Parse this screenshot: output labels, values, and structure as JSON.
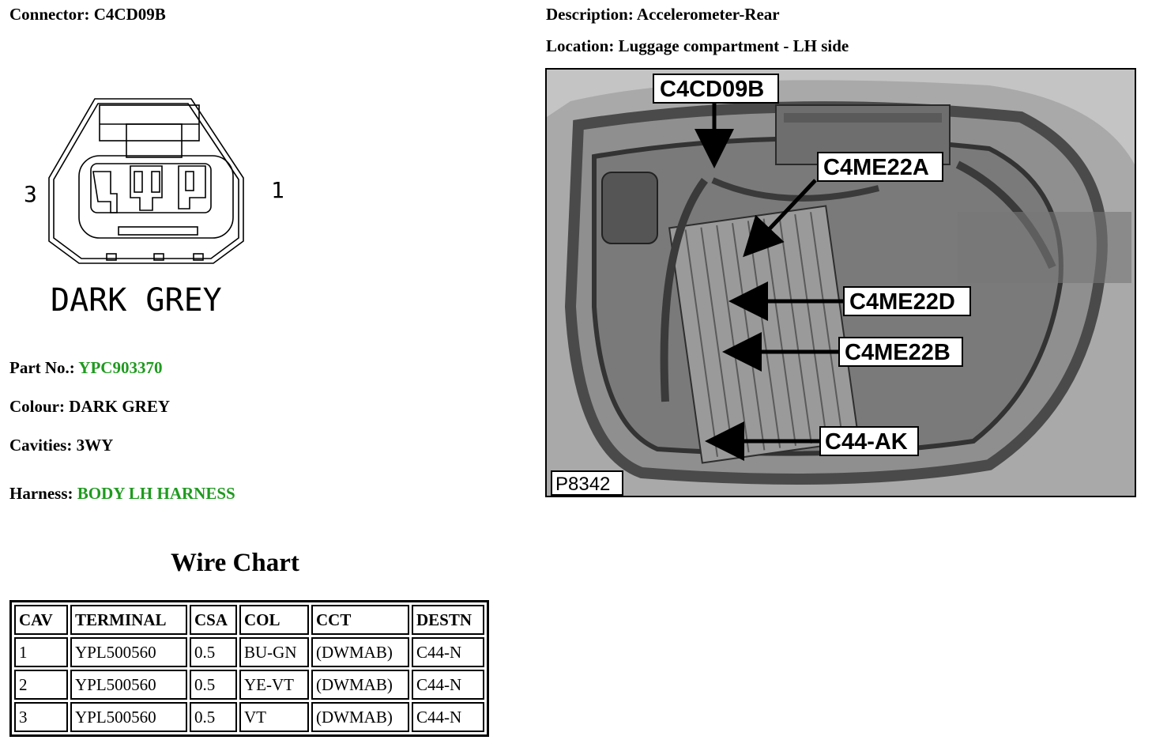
{
  "connector": {
    "label": "Connector:",
    "value": "C4CD09B"
  },
  "description": {
    "label": "Description:",
    "value": "Accelerometer-Rear"
  },
  "location": {
    "label": "Location:",
    "value": "Luggage compartment - LH side"
  },
  "diagram": {
    "color_text": "DARK GREY",
    "pin_left": "3",
    "pin_right": "1"
  },
  "part_no": {
    "label": "Part No.:",
    "value": "YPC903370",
    "value_color": "#1f9a1f"
  },
  "colour": {
    "label": "Colour:",
    "value": "DARK GREY"
  },
  "cavities": {
    "label": "Cavities:",
    "value": "3WY"
  },
  "harness": {
    "label": "Harness:",
    "value": "BODY LH HARNESS",
    "value_color": "#1f9a1f"
  },
  "wire_chart": {
    "title": "Wire Chart",
    "headers": [
      "CAV",
      "TERMINAL",
      "CSA",
      "COL",
      "CCT",
      "DESTN"
    ],
    "rows": [
      [
        "1",
        "YPL500560",
        "0.5",
        "BU-GN",
        "(DWMAB)",
        "C44-N"
      ],
      [
        "2",
        "YPL500560",
        "0.5",
        "YE-VT",
        "(DWMAB)",
        "C44-N"
      ],
      [
        "3",
        "YPL500560",
        "0.5",
        "VT",
        "(DWMAB)",
        "C44-N"
      ]
    ]
  },
  "photo": {
    "callouts": [
      "C4CD09B",
      "C4ME22A",
      "C4ME22D",
      "C4ME22B",
      "C44-AK"
    ],
    "figure_id": "P8342"
  }
}
